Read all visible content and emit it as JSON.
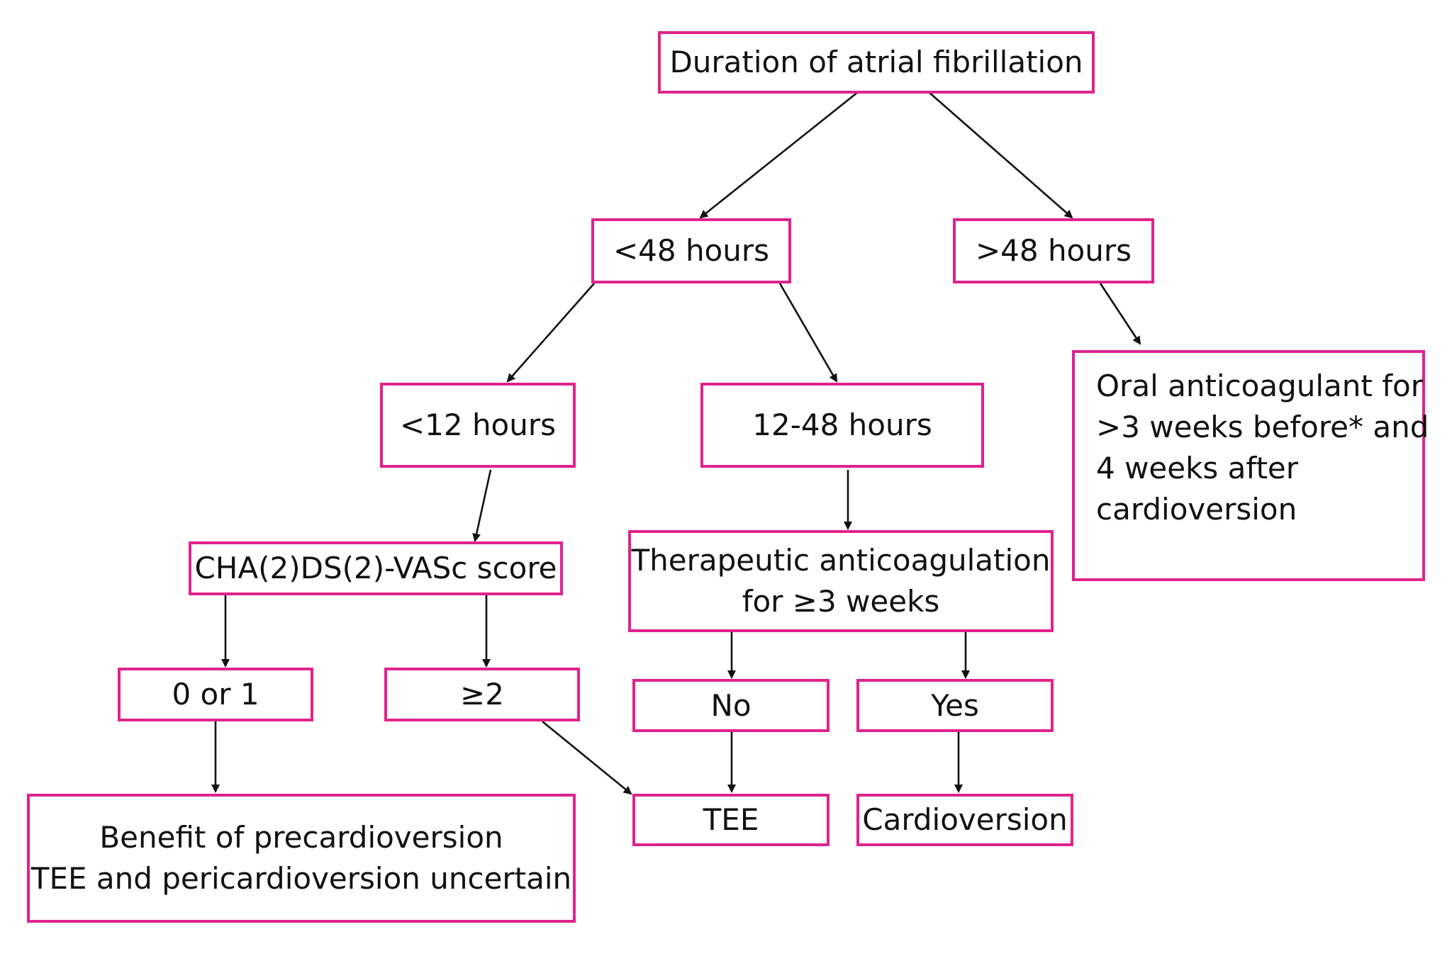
{
  "colors": {
    "border": "#e0238d",
    "arrow": "#111111",
    "text": "#111111"
  },
  "nodes": {
    "duration": "Duration of atrial fibrillation",
    "lt48": "<48 hours",
    "gt48": ">48 hours",
    "lt12": "<12 hours",
    "h12_48": "12-48 hours",
    "oral": [
      "Oral anticoagulant for",
      ">3 weeks before* and",
      "4 weeks after",
      "cardioversion"
    ],
    "cha": "CHA(2)DS(2)-VASc score",
    "therapeutic": [
      "Therapeutic anticoagulation",
      "for ≥3 weeks"
    ],
    "zero_or_one": "0 or 1",
    "ge2": "≥2",
    "no": "No",
    "yes": "Yes",
    "benefit": [
      "Benefit of precardioversion",
      "TEE and pericardioversion uncertain"
    ],
    "tee": "TEE",
    "cardioversion": "Cardioversion"
  }
}
